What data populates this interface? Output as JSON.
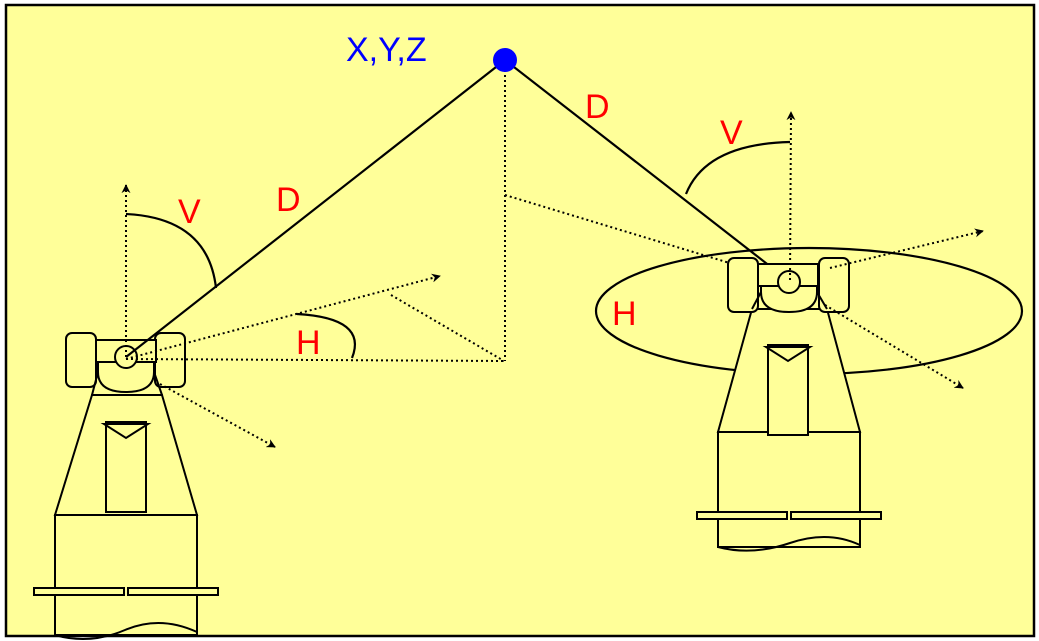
{
  "colors": {
    "background": "#ffff99",
    "border": "#000000",
    "label_red": "#ff0000",
    "label_blue": "#0000ff",
    "point": "#0000ff"
  },
  "target": {
    "label": "X,Y,Z"
  },
  "left_instrument": {
    "distance_label": "D",
    "vertical_label": "V",
    "horizontal_label": "H"
  },
  "right_instrument": {
    "distance_label": "D",
    "vertical_label": "V",
    "horizontal_label": "H"
  }
}
